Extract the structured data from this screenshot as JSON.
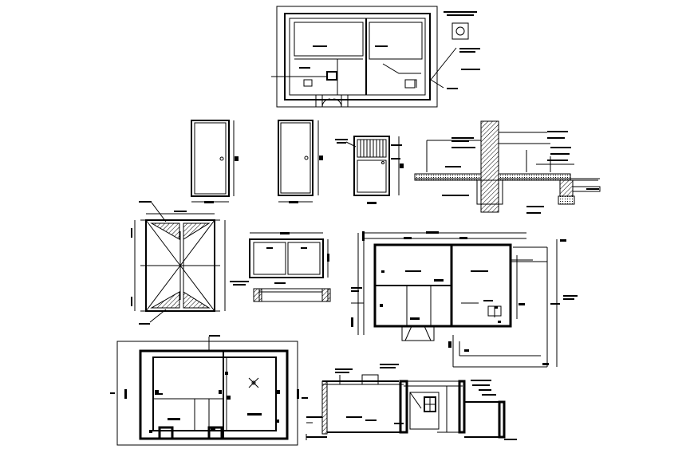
{
  "sheet": {
    "background": "#ffffff",
    "line_color": "#000000"
  },
  "drawings": [
    {
      "id": "top-floor-plan",
      "label": ""
    },
    {
      "id": "door-elevation-1",
      "label": ""
    },
    {
      "id": "door-elevation-2",
      "label": ""
    },
    {
      "id": "gate-elevation",
      "label": ""
    },
    {
      "id": "wall-section-detail",
      "label": ""
    },
    {
      "id": "roof-plan",
      "label": ""
    },
    {
      "id": "window-elevation",
      "label": ""
    },
    {
      "id": "dimensioned-floor-plan",
      "label": ""
    },
    {
      "id": "foundation-plan",
      "label": ""
    },
    {
      "id": "building-section",
      "label": ""
    }
  ]
}
